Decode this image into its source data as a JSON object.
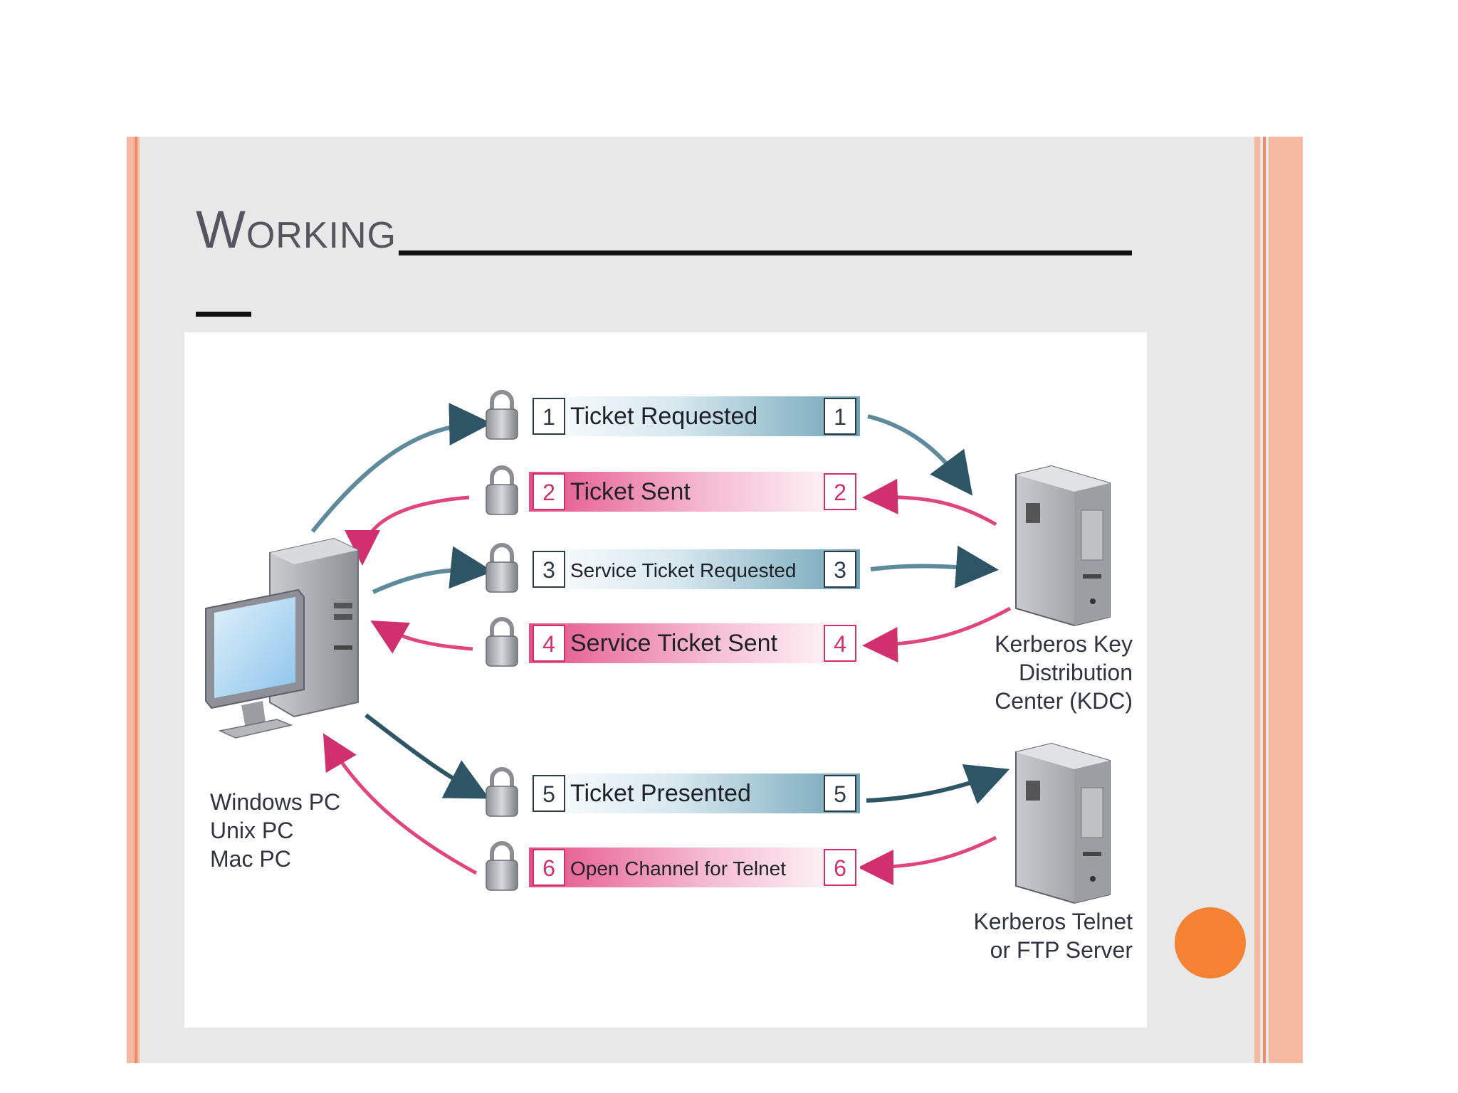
{
  "slide": {
    "title": "Working",
    "accent_color": "#f58232",
    "stripe_color": "#f5b8a0"
  },
  "diagram": {
    "client_labels": [
      "Windows PC",
      "Unix PC",
      "Mac PC"
    ],
    "kdc_labels": [
      "Kerberos Key",
      "Distribution",
      "Center (KDC)"
    ],
    "server_labels": [
      "Kerberos Telnet",
      "or FTP Server"
    ],
    "steps": [
      {
        "num": "1",
        "label": "Ticket Requested",
        "color": "#4a8fa8",
        "direction": "to-right"
      },
      {
        "num": "2",
        "label": "Ticket Sent",
        "color": "#e0457e",
        "direction": "to-left"
      },
      {
        "num": "3",
        "label": "Service Ticket Requested",
        "color": "#4a8fa8",
        "direction": "to-right"
      },
      {
        "num": "4",
        "label": "Service Ticket Sent",
        "color": "#e0457e",
        "direction": "to-left"
      },
      {
        "num": "5",
        "label": "Ticket Presented",
        "color": "#4a8fa8",
        "direction": "to-right"
      },
      {
        "num": "6",
        "label": "Open Channel for Telnet",
        "color": "#e0457e",
        "direction": "to-left"
      }
    ],
    "icons": {
      "lock": "padlock-icon",
      "client": "desktop-computer-icon",
      "server": "server-tower-icon"
    }
  }
}
